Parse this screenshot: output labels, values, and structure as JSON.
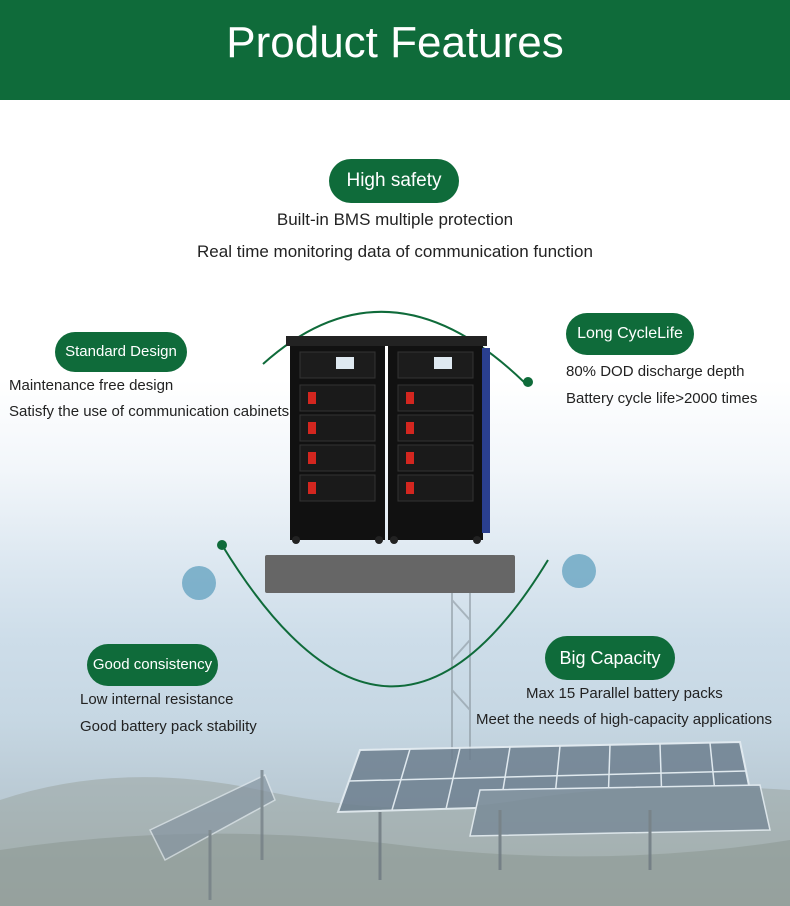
{
  "header": {
    "title": "Product Features"
  },
  "features": {
    "high_safety": {
      "label": "High safety",
      "lines": [
        "Built-in BMS multiple protection",
        "Real time monitoring data of communication function"
      ]
    },
    "standard_design": {
      "label": "Standard Design",
      "lines": [
        "Maintenance free design",
        "Satisfy the use of communication cabinets"
      ]
    },
    "long_cycle_life": {
      "label": "Long CycleLife",
      "lines": [
        "80% DOD discharge depth",
        "Battery cycle life>2000 times"
      ]
    },
    "good_consistency": {
      "label": "Good consistency",
      "lines": [
        "Low internal resistance",
        "Good battery pack stability"
      ]
    },
    "big_capacity": {
      "label": "Big Capacity",
      "lines": [
        "Max 15 Parallel battery packs",
        "Meet the needs of high-capacity applications"
      ]
    }
  },
  "colors": {
    "brand_green": "#0f6b3a",
    "accent_blue_dot": "#6fa8c4"
  }
}
